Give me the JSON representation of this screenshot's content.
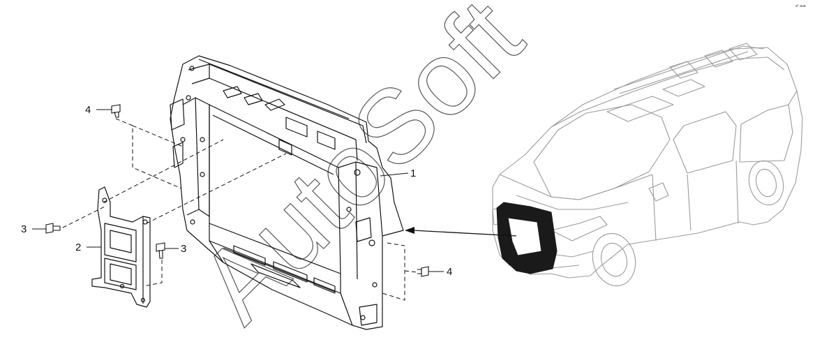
{
  "diagram": {
    "callouts": [
      {
        "id": "1",
        "label": "1"
      },
      {
        "id": "2",
        "label": "2"
      },
      {
        "id": "3a",
        "label": "3"
      },
      {
        "id": "3b",
        "label": "3"
      },
      {
        "id": "4a",
        "label": "4"
      },
      {
        "id": "4b",
        "label": "4"
      }
    ],
    "watermark": "AutoSoft",
    "corner_mark": "a° aua",
    "colors": {
      "line": "#111111",
      "vehicle_line": "#9a9a9a",
      "highlight": "#1a1a1a"
    }
  }
}
